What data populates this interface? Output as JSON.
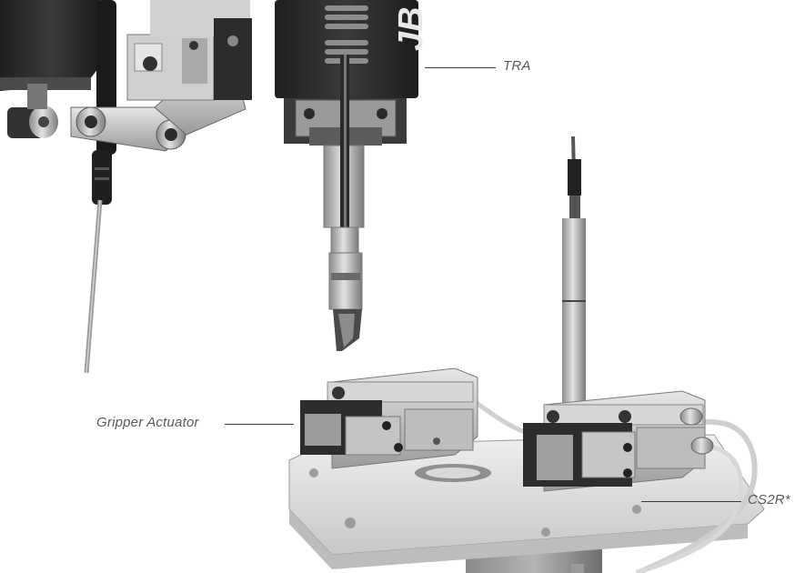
{
  "callouts": {
    "tra": "TRA",
    "gripper": "Gripper Actuator",
    "cs2r": "CS2R*"
  },
  "logo_text": "JB",
  "colors": {
    "background": "#ffffff",
    "dark_metal": "#2b2b2b",
    "mid_metal": "#9a9a9a",
    "light_metal": "#d9d9d9",
    "label_text": "#5a5a5a"
  }
}
